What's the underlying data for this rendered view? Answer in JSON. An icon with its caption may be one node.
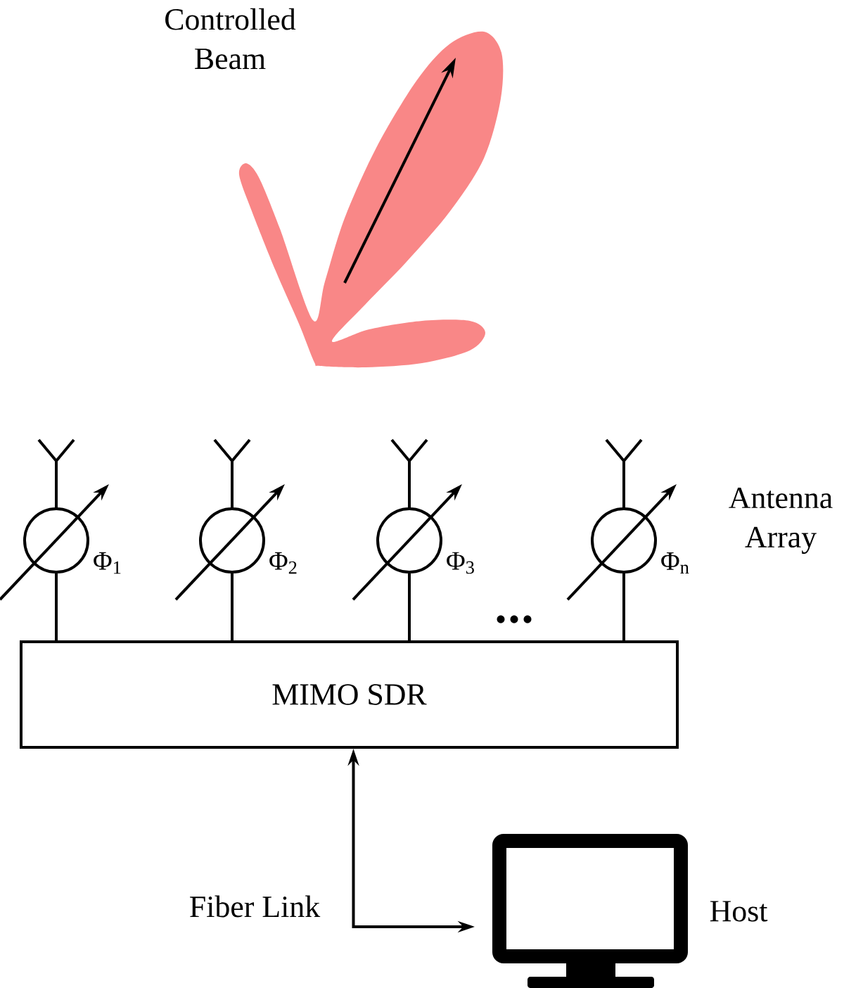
{
  "diagram": {
    "nodes": [
      {
        "text": [
          "MIMO SDR"
        ]
      },
      {
        "text": [],
        "shape": "box",
        "beside": [
          "Host"
        ]
      },
      {
        "text": [],
        "shape": "circle",
        "beside": [
          "Φ$_{1}$"
        ]
      },
      {
        "text": [],
        "shape": "circle",
        "beside": [
          "Φ$_{2}$"
        ]
      },
      {
        "text": [],
        "shape": "circle",
        "beside": [
          "Φ$_{3}$"
        ]
      },
      {
        "text": [],
        "shape": "circle",
        "beside": [
          "Φ$_{n}$"
        ]
      }
    ],
    "edges": [
      {
        "from": 1,
        "to": 0,
        "arrow": "both",
        "label": "Fiber Link"
      },
      {
        "from": 2,
        "to": 0,
        "arrow": "none"
      },
      {
        "from": 3,
        "to": 0,
        "arrow": "none"
      },
      {
        "from": 4,
        "to": 0,
        "arrow": "none"
      },
      {
        "from": 5,
        "to": 0,
        "arrow": "none"
      }
    ],
    "labels": [
      "Controlled Beam",
      "Antenna Array"
    ]
  }
}
